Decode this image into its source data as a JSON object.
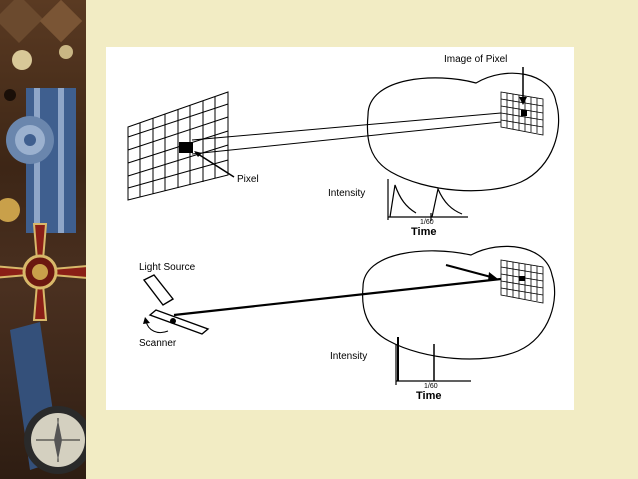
{
  "diagram": {
    "top": {
      "image_of_pixel_label": "Image of Pixel",
      "pixel_label": "Pixel",
      "intensity_label": "Intensity",
      "tick_label": "1/60",
      "time_label": "Time"
    },
    "bottom": {
      "light_source_label": "Light Source",
      "scanner_label": "Scanner",
      "intensity_label": "Intensity",
      "tick_label": "1/60",
      "time_label": "Time"
    }
  },
  "colors": {
    "background": "#f2ecc4",
    "card": "#ffffff",
    "ink": "#000000",
    "decor_dark": "#3d2616",
    "decor_accent": "#c9a04a",
    "decor_blue": "#3f5f8f",
    "decor_red": "#8a1f16"
  }
}
